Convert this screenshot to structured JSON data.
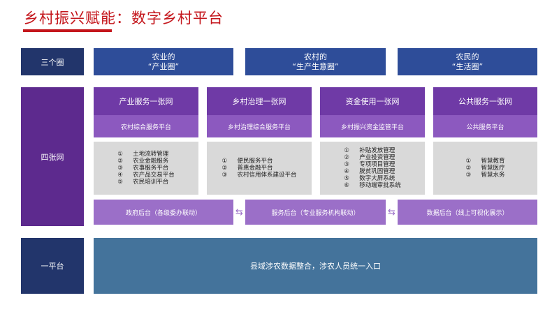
{
  "header": {
    "title": "乡村振兴赋能：数字乡村平台"
  },
  "rows": {
    "circles_label": "三个圈",
    "networks_label": "四张网",
    "platform_label": "一平台"
  },
  "circles": [
    {
      "line1": "农业的",
      "line2": "“产业圈”"
    },
    {
      "line1": "农村的",
      "line2": "“生产生意圈”"
    },
    {
      "line1": "农民的",
      "line2": "“生活圈”"
    }
  ],
  "networks": [
    {
      "title": "产业服务一张网",
      "platform": "农村综合服务平台",
      "items": [
        {
          "num": "①",
          "text": "土地流转管理"
        },
        {
          "num": "②",
          "text": "农业金融服务"
        },
        {
          "num": "③",
          "text": "农事服务平台"
        },
        {
          "num": "④",
          "text": "农产品交易平台"
        },
        {
          "num": "⑤",
          "text": "农民培训平台"
        }
      ]
    },
    {
      "title": "乡村治理一张网",
      "platform": "乡村治理综合服务平台",
      "items": [
        {
          "num": "①",
          "text": "便民服务平台"
        },
        {
          "num": "②",
          "text": "普惠金融平台"
        },
        {
          "num": "③",
          "text": "农村信用体系建设平台"
        }
      ]
    },
    {
      "title": "资金使用一张网",
      "platform": "乡村振兴资金监管平台",
      "items": [
        {
          "num": "①",
          "text": "补贴发放管理"
        },
        {
          "num": "②",
          "text": "产业投资管理"
        },
        {
          "num": "③",
          "text": "专项项目管理"
        },
        {
          "num": "④",
          "text": "脱贫巩固管理"
        },
        {
          "num": "⑤",
          "text": "数字大屏系统"
        },
        {
          "num": "⑥",
          "text": "移动端审批系统"
        }
      ]
    },
    {
      "title": "公共服务一张网",
      "platform": "公共服务平台",
      "items": [
        {
          "num": "①",
          "text": "智慧教育"
        },
        {
          "num": "②",
          "text": "智慧医疗"
        },
        {
          "num": "③",
          "text": "智慧水务"
        }
      ]
    }
  ],
  "backends": [
    {
      "label": "政府后台（各级委办联动）"
    },
    {
      "label": "服务后台（专业服务机构联动）"
    },
    {
      "label": "数据后台（线上可视化展示）"
    }
  ],
  "arrow_glyph": "⇆",
  "platform": {
    "text": "县域涉农数据整合，涉农人员统一入口"
  }
}
